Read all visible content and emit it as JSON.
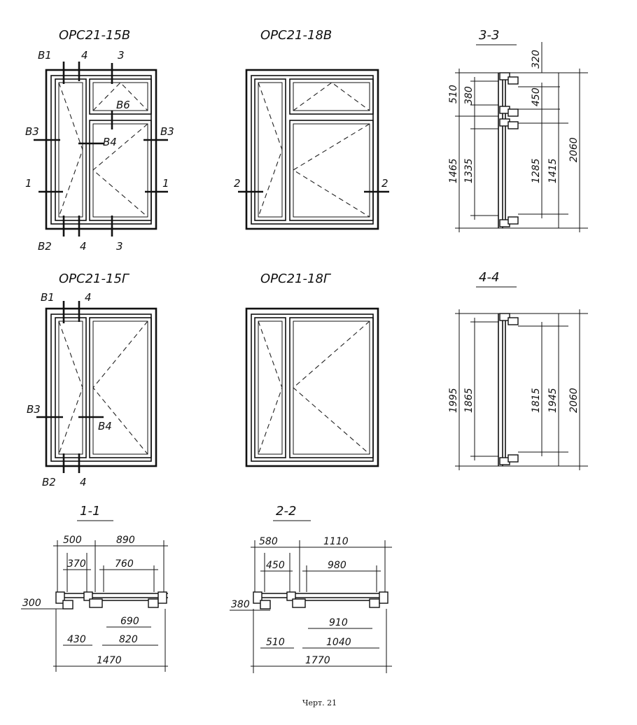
{
  "titles": {
    "w1": "ОРС21-15В",
    "w2": "ОРС21-18В",
    "w3": "ОРС21-15Г",
    "w4": "ОРС21-18Г",
    "s33": "3-3",
    "s44": "4-4",
    "s11": "1-1",
    "s22": "2-2"
  },
  "window1_labels": [
    "В1",
    "4",
    "3",
    "В6",
    "В3",
    "В4",
    "В3",
    "1",
    "1",
    "В2",
    "4",
    "3"
  ],
  "window2_labels": [
    "2",
    "2"
  ],
  "window3_labels": [
    "В1",
    "4",
    "В3",
    "В4",
    "В2",
    "4"
  ],
  "section33_dims": [
    "320",
    "510",
    "380",
    "450",
    "1465",
    "1335",
    "1285",
    "1415",
    "2060"
  ],
  "section44_dims": [
    "1995",
    "1865",
    "1815",
    "1945",
    "2060"
  ],
  "section11_dims": [
    "500",
    "890",
    "370",
    "760",
    "300",
    "690",
    "430",
    "820",
    "1470"
  ],
  "section22_dims": [
    "580",
    "1110",
    "450",
    "980",
    "380",
    "910",
    "510",
    "1040",
    "1770"
  ],
  "caption": "Черт. 21"
}
